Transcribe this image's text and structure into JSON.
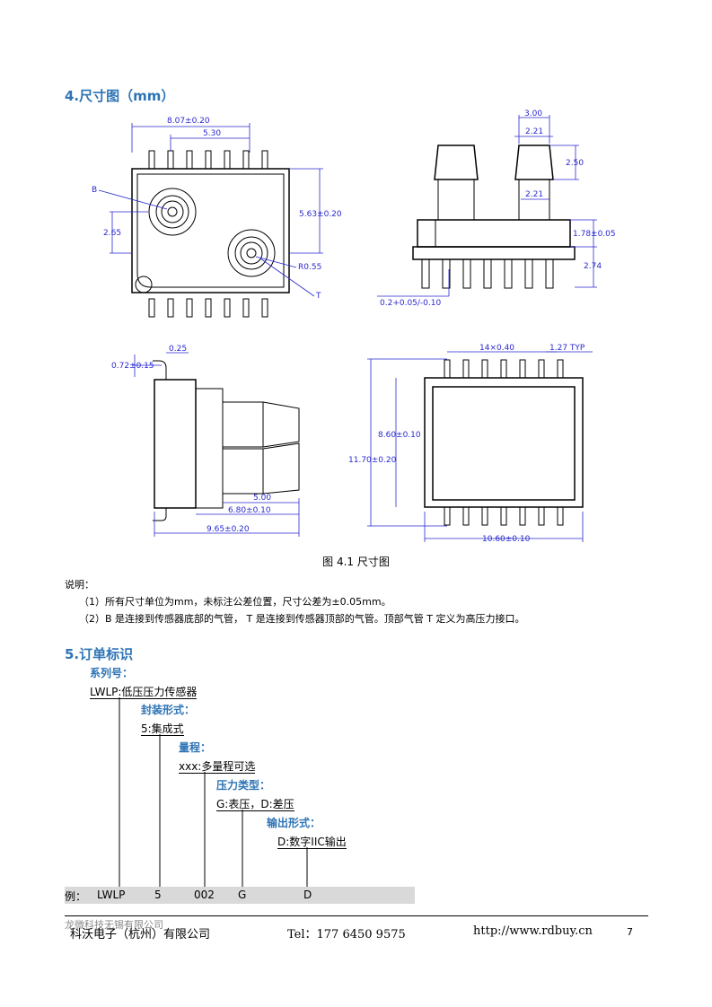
{
  "section4_title": "4.尺寸图（mm）",
  "dims": {
    "top_width": "8.07±0.20",
    "pitch_span": "5.30",
    "b_label": "B",
    "b_offset": "2.65",
    "height_563": "5.63±0.20",
    "r055": "R0.55",
    "t_label": "T",
    "nozzle_300": "3.00",
    "nozzle_221_top": "2.21",
    "nozzle_250": "2.50",
    "nozzle_221_base": "2.21",
    "h_178": "1.78±0.05",
    "h_274": "2.74",
    "lead_thk": "0.2+0.05/-0.10",
    "lead_025": "0.25",
    "lead_072": "0.72±0.15",
    "side_500": "5.00",
    "side_680": "6.80±0.10",
    "side_965": "9.65±0.20",
    "pins_14x040": "14×0.40",
    "pitch_127": "1.27 TYP",
    "body_860": "8.60±0.10",
    "total_1170": "11.70±0.20",
    "width_1060": "10.60±0.10"
  },
  "caption": "图 4.1  尺寸图",
  "notes_title": "说明：",
  "notes": [
    "（1）所有尺寸单位为mm，未标注公差位置，尺寸公差为±0.05mm。",
    "（2）B 是连接到传感器底部的气管， T 是连接到传感器顶部的气管。顶部气管 T 定义为高压力接口。"
  ],
  "section5_title": "5.订单标识",
  "ordering": [
    {
      "heading": "系列号：",
      "value": "LWLP:低压压力传感器"
    },
    {
      "heading": "封装形式：",
      "value": "5:集成式"
    },
    {
      "heading": "量程：",
      "value": "xxx:多量程可选"
    },
    {
      "heading": "压力类型：",
      "value": "G:表压，D:差压"
    },
    {
      "heading": "输出形式：",
      "value": "D:数字IIC输出"
    }
  ],
  "example": {
    "label": "例：",
    "parts": [
      "LWLP",
      "5",
      "002",
      "G",
      "D"
    ]
  },
  "footer": {
    "watermark": "龙微科技无锡有限公司",
    "company": "科沃电子（杭州）有限公司",
    "tel": "Tel：177 6450 9575",
    "url": "http://www.rdbuy.cn",
    "page": "7"
  }
}
